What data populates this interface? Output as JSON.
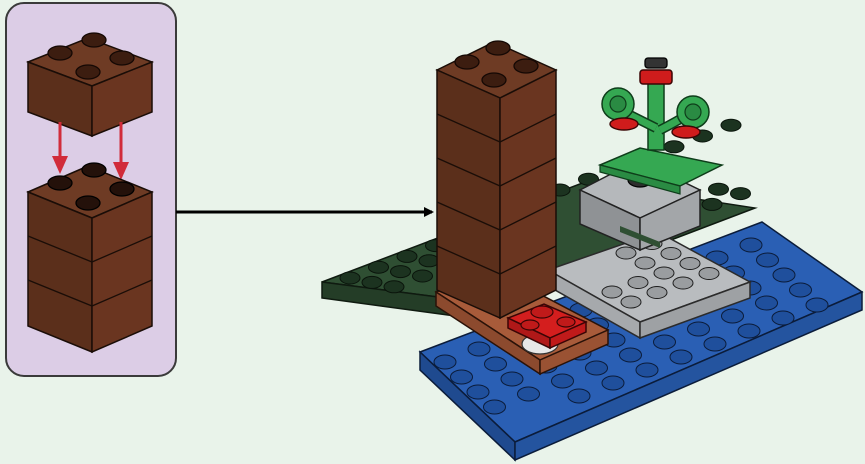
{
  "diagram": {
    "type": "lego-building-instruction-step",
    "callout": {
      "background": "#dccde6",
      "border": "#3a3a3a",
      "parts": [
        {
          "name": "brown-2x2-brick",
          "quantity": 1,
          "color": "#5e2f1c"
        },
        {
          "name": "brown-2x2-brick-stack",
          "quantity": 3,
          "color": "#5e2f1c"
        }
      ],
      "arrows": {
        "count": 2,
        "color": "#d12b3a"
      }
    },
    "pointer_arrow": {
      "color": "#000000"
    },
    "model": {
      "tower": {
        "bricks": 5,
        "color": "#5e2f1c"
      },
      "baseplates": [
        {
          "name": "dark-green-plate",
          "color": "#2f4f33"
        },
        {
          "name": "blue-plate",
          "color": "#2a5fb4"
        },
        {
          "name": "light-gray-plate",
          "color": "#b9bcbf"
        },
        {
          "name": "reddish-brown-tile",
          "color": "#a85b3a"
        }
      ],
      "accents": [
        {
          "name": "red-plate",
          "color": "#d41e1e"
        },
        {
          "name": "bright-green-plant",
          "color": "#35a852"
        },
        {
          "name": "red-flower",
          "color": "#c3141e"
        }
      ]
    }
  }
}
